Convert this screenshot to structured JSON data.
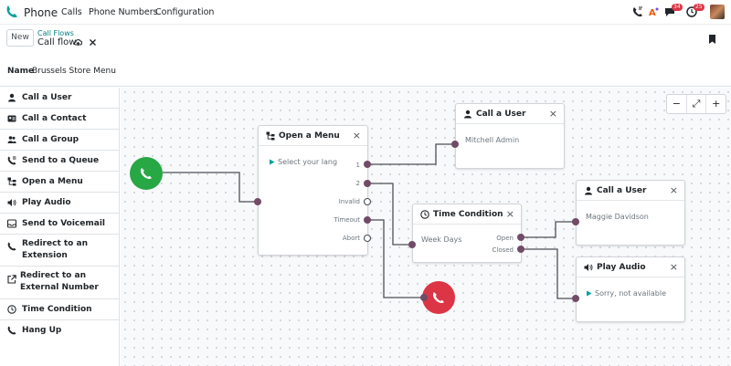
{
  "app": {
    "name": "Phone"
  },
  "navbar": {
    "menus": [
      "Calls",
      "Phone Numbers",
      "Configuration"
    ],
    "badges": {
      "messages": "34",
      "activities": "25"
    }
  },
  "control_panel": {
    "new_label": "New",
    "breadcrumb_parent": "Call Flows",
    "breadcrumb_current": "Call flow"
  },
  "record": {
    "name_label": "Name",
    "name_value": "Brussels Store Menu"
  },
  "sidebar": {
    "items": [
      {
        "label": "Call a User",
        "icon": "user-icon"
      },
      {
        "label": "Call a Contact",
        "icon": "contact-card-icon"
      },
      {
        "label": "Call a Group",
        "icon": "group-icon"
      },
      {
        "label": "Send to a Queue",
        "icon": "queue-phone-icon"
      },
      {
        "label": "Open a Menu",
        "icon": "menu-tree-icon"
      },
      {
        "label": "Play Audio",
        "icon": "speaker-icon"
      },
      {
        "label": "Send to Voicemail",
        "icon": "voicemail-icon"
      },
      {
        "label": "Redirect to an Extension",
        "icon": "extension-phone-icon"
      },
      {
        "label": "Redirect to an External Number",
        "icon": "external-link-icon"
      },
      {
        "label": "Time Condition",
        "icon": "clock-icon"
      },
      {
        "label": "Hang Up",
        "icon": "hangup-phone-icon"
      }
    ]
  },
  "canvas": {
    "zoom_controls": [
      "−",
      "⤢",
      "+"
    ],
    "nodes": {
      "menu": {
        "title": "Open a Menu",
        "content": "Select your lang",
        "ports": [
          "1",
          "2",
          "Invalid",
          "Timeout",
          "Abort"
        ]
      },
      "call_user_1": {
        "title": "Call a User",
        "content": "Mitchell Admin"
      },
      "time_condition": {
        "title": "Time Condition",
        "content": "Week Days",
        "ports": [
          "Open",
          "Closed"
        ]
      },
      "call_user_2": {
        "title": "Call a User",
        "content": "Maggie Davidson"
      },
      "play_audio": {
        "title": "Play Audio",
        "content": "Sorry, not available"
      }
    },
    "close_glyph": "×"
  },
  "colors": {
    "accent": "#017e84",
    "start": "#28a745",
    "end": "#dc3545",
    "wire": "#4a5056",
    "port": "#714b67"
  }
}
